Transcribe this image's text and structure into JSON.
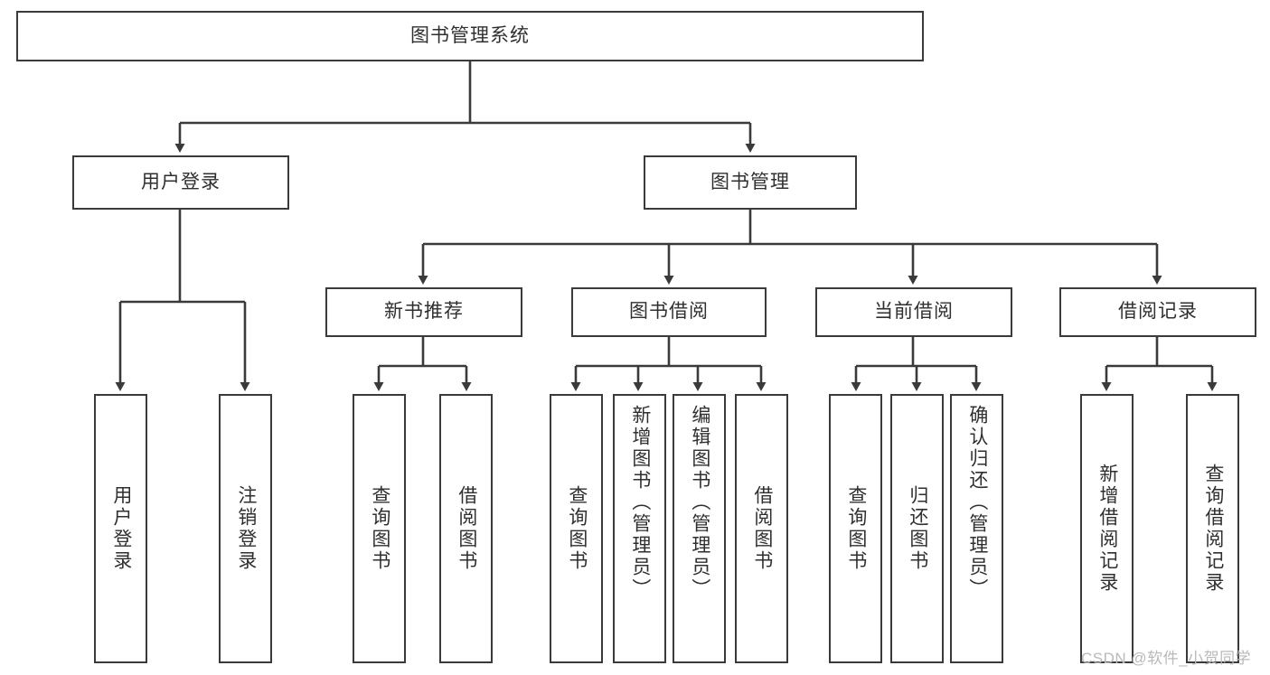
{
  "diagram": {
    "type": "tree",
    "title": "图书管理系统 功能结构图",
    "colors": {
      "stroke": "#3a3a3a",
      "fill": "#ffffff",
      "text": "#2f2f2f",
      "watermark": "#b9b9b9"
    },
    "root": {
      "label": "图书管理系统"
    },
    "level2": [
      {
        "label": "用户登录"
      },
      {
        "label": "图书管理"
      }
    ],
    "level3": [
      {
        "label": "新书推荐"
      },
      {
        "label": "图书借阅"
      },
      {
        "label": "当前借阅"
      },
      {
        "label": "借阅记录"
      }
    ],
    "leaves": {
      "user_login": [
        {
          "label": "用户登录"
        },
        {
          "label": "注销登录"
        }
      ],
      "new_book_recommend": [
        {
          "label": "查询图书"
        },
        {
          "label": "借阅图书"
        }
      ],
      "book_borrow": [
        {
          "label": "查询图书"
        },
        {
          "label": "新增图书（管理员）"
        },
        {
          "label": "编辑图书（管理员）"
        },
        {
          "label": "借阅图书"
        }
      ],
      "current_borrow": [
        {
          "label": "查询图书"
        },
        {
          "label": "归还图书"
        },
        {
          "label": "确认归还（管理员）"
        }
      ],
      "borrow_record": [
        {
          "label": "新增借阅记录"
        },
        {
          "label": "查询借阅记录"
        }
      ]
    }
  },
  "watermark": {
    "text": "CSDN @软件_小贺同学"
  }
}
